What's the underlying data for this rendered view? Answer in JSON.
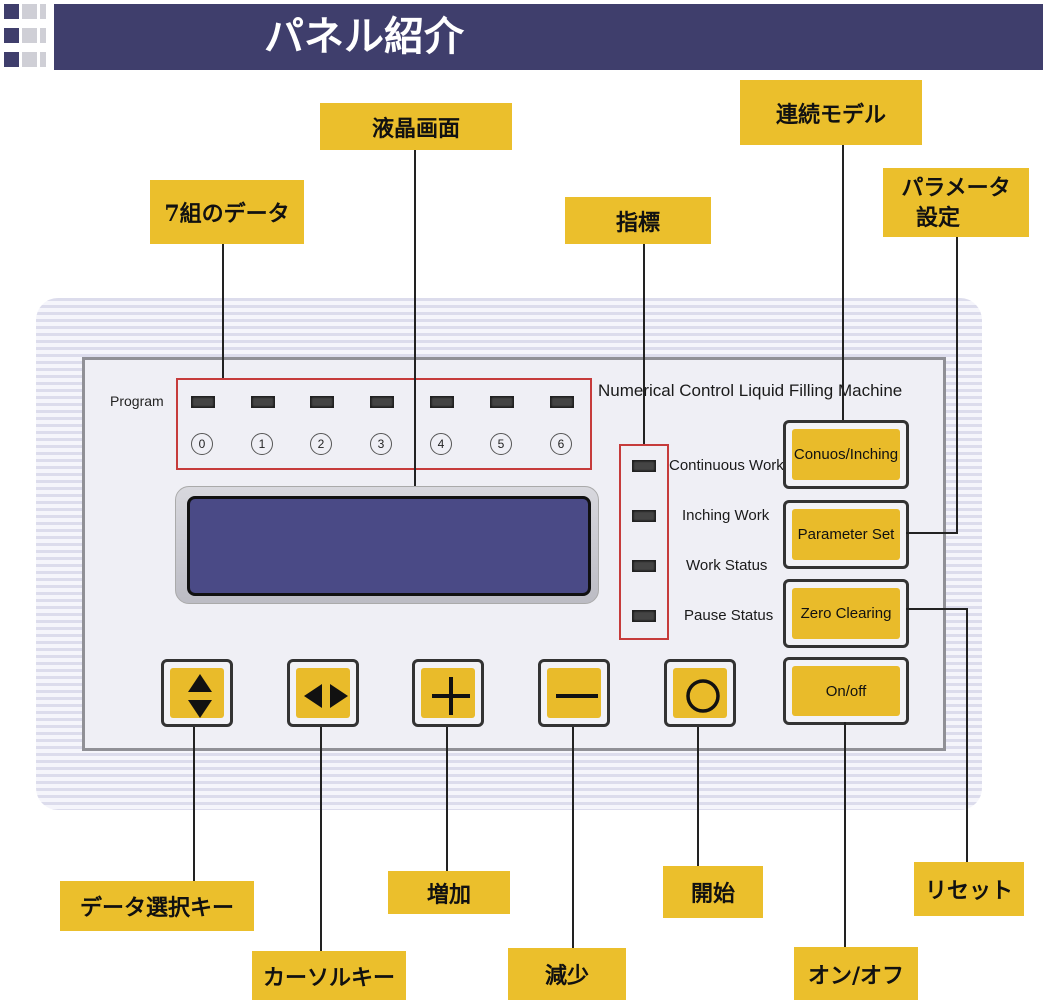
{
  "header": {
    "title": "パネル紹介"
  },
  "panel": {
    "program_label": "Program",
    "program_numbers": [
      "0",
      "1",
      "2",
      "3",
      "4",
      "5",
      "6"
    ],
    "machine_title": "Numerical Control Liquid Filling Machine",
    "indicators": [
      "Continuous Work",
      "Inching Work",
      "Work Status",
      "Pause Status"
    ],
    "function_buttons": [
      "Conuos/Inching",
      "Parameter Set",
      "Zero Clearing",
      "On/off"
    ],
    "key_icons": [
      "up-down-arrow-icon",
      "left-right-arrow-icon",
      "plus-icon",
      "minus-icon",
      "circle-icon"
    ]
  },
  "callouts": {
    "lcd": "液晶画面",
    "seven_groups": "7組のデータ",
    "indicator": "指標",
    "continuous_model": "連続モデル",
    "parameter_setting_line1": "パラメータ",
    "parameter_setting_line2": "設定",
    "data_select_key": "データ選択キー",
    "cursor_key": "カーソルキー",
    "increase": "増加",
    "decrease": "減少",
    "start": "開始",
    "reset": "リセット",
    "on_off": "オン/オフ"
  },
  "colors": {
    "header": "#3f3e6c",
    "callout": "#ebbf2c",
    "button_face": "#e9bb2a",
    "lcd": "#4a4a86",
    "highlight_box": "#c63b3b"
  }
}
